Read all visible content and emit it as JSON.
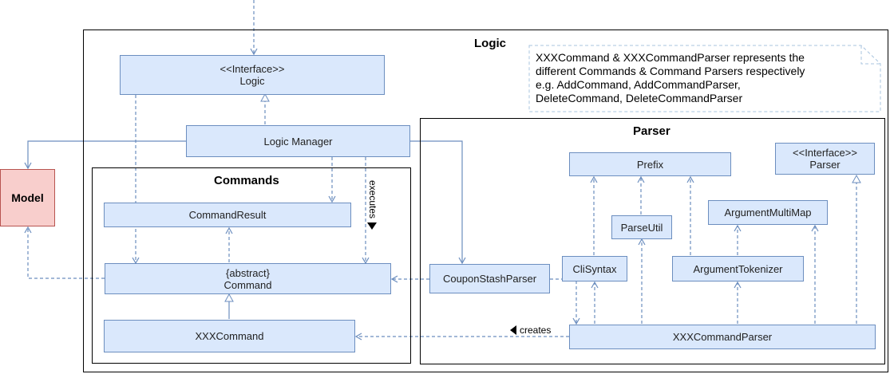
{
  "frames": {
    "logic": "Logic",
    "commands": "Commands",
    "parser": "Parser"
  },
  "classes": {
    "logic_interface": {
      "stereotype": "<<Interface>>",
      "name": "Logic"
    },
    "logic_manager": "Logic Manager",
    "model": "Model",
    "command_result": "CommandResult",
    "command": {
      "stereotype": "{abstract}",
      "name": "Command"
    },
    "xxx_command": "XXXCommand",
    "coupon_stash_parser": "CouponStashParser",
    "prefix": "Prefix",
    "parser_interface": {
      "stereotype": "<<Interface>>",
      "name": "Parser"
    },
    "parse_util": "ParseUtil",
    "argument_multimap": "ArgumentMultiMap",
    "cli_syntax": "CliSyntax",
    "argument_tokenizer": "ArgumentTokenizer",
    "xxx_command_parser": "XXXCommandParser"
  },
  "note": {
    "lines": [
      "XXXCommand & XXXCommandParser represents the",
      "different Commands & Command Parsers respectively",
      "e.g. AddCommand, AddCommandParser,",
      "DeleteCommand, DeleteCommandParser"
    ]
  },
  "edge_labels": {
    "executes": "executes",
    "creates": "creates"
  },
  "colors": {
    "class_fill": "#dae8fc",
    "class_border": "#6c8ebf",
    "model_fill": "#f8cecc",
    "model_border": "#b85450",
    "edge": "#6c8ebf"
  }
}
